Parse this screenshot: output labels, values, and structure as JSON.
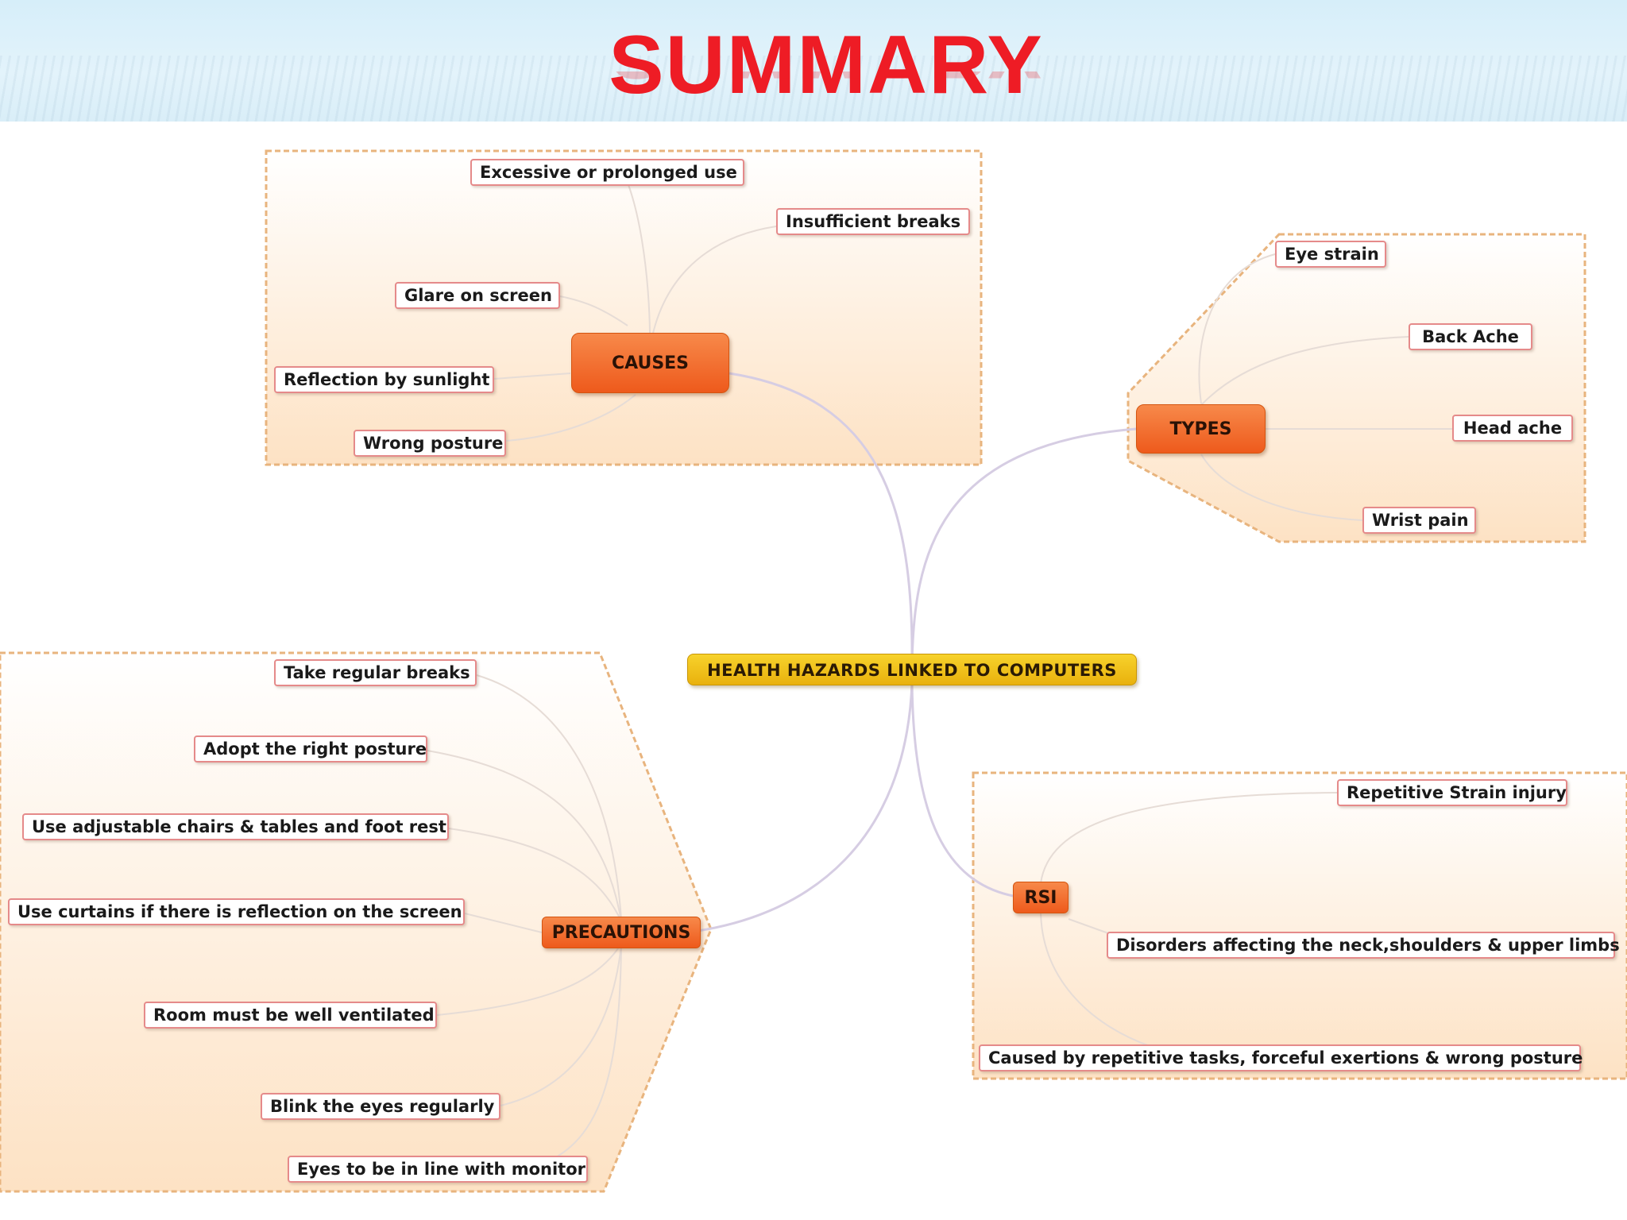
{
  "title": "SUMMARY",
  "center": "HEALTH HAZARDS LINKED TO COMPUTERS",
  "causes": {
    "label": "CAUSES",
    "items": [
      "Excessive or prolonged use",
      "Insufficient breaks",
      "Glare on screen",
      "Reflection by sunlight",
      "Wrong posture"
    ]
  },
  "types": {
    "label": "TYPES",
    "items": [
      "Eye strain",
      "Back  Ache",
      "Head ache",
      "Wrist pain"
    ]
  },
  "precautions": {
    "label": "PRECAUTIONS",
    "items": [
      "Take regular breaks",
      "Adopt the right posture",
      "Use adjustable chairs & tables and foot rest",
      "Use curtains if there is reflection on the screen",
      "Room must be well ventilated",
      "Blink the eyes regularly",
      "Eyes to be in line with monitor"
    ]
  },
  "rsi": {
    "label": "RSI",
    "items": [
      "Repetitive Strain injury",
      "Disorders affecting the neck,shoulders & upper limbs",
      "Caused by repetitive tasks, forceful exertions & wrong posture"
    ]
  },
  "colors": {
    "title": "#ee1c25",
    "hub": "#f26a26",
    "center": "#f2c318",
    "branch": "#d9cfe6"
  }
}
